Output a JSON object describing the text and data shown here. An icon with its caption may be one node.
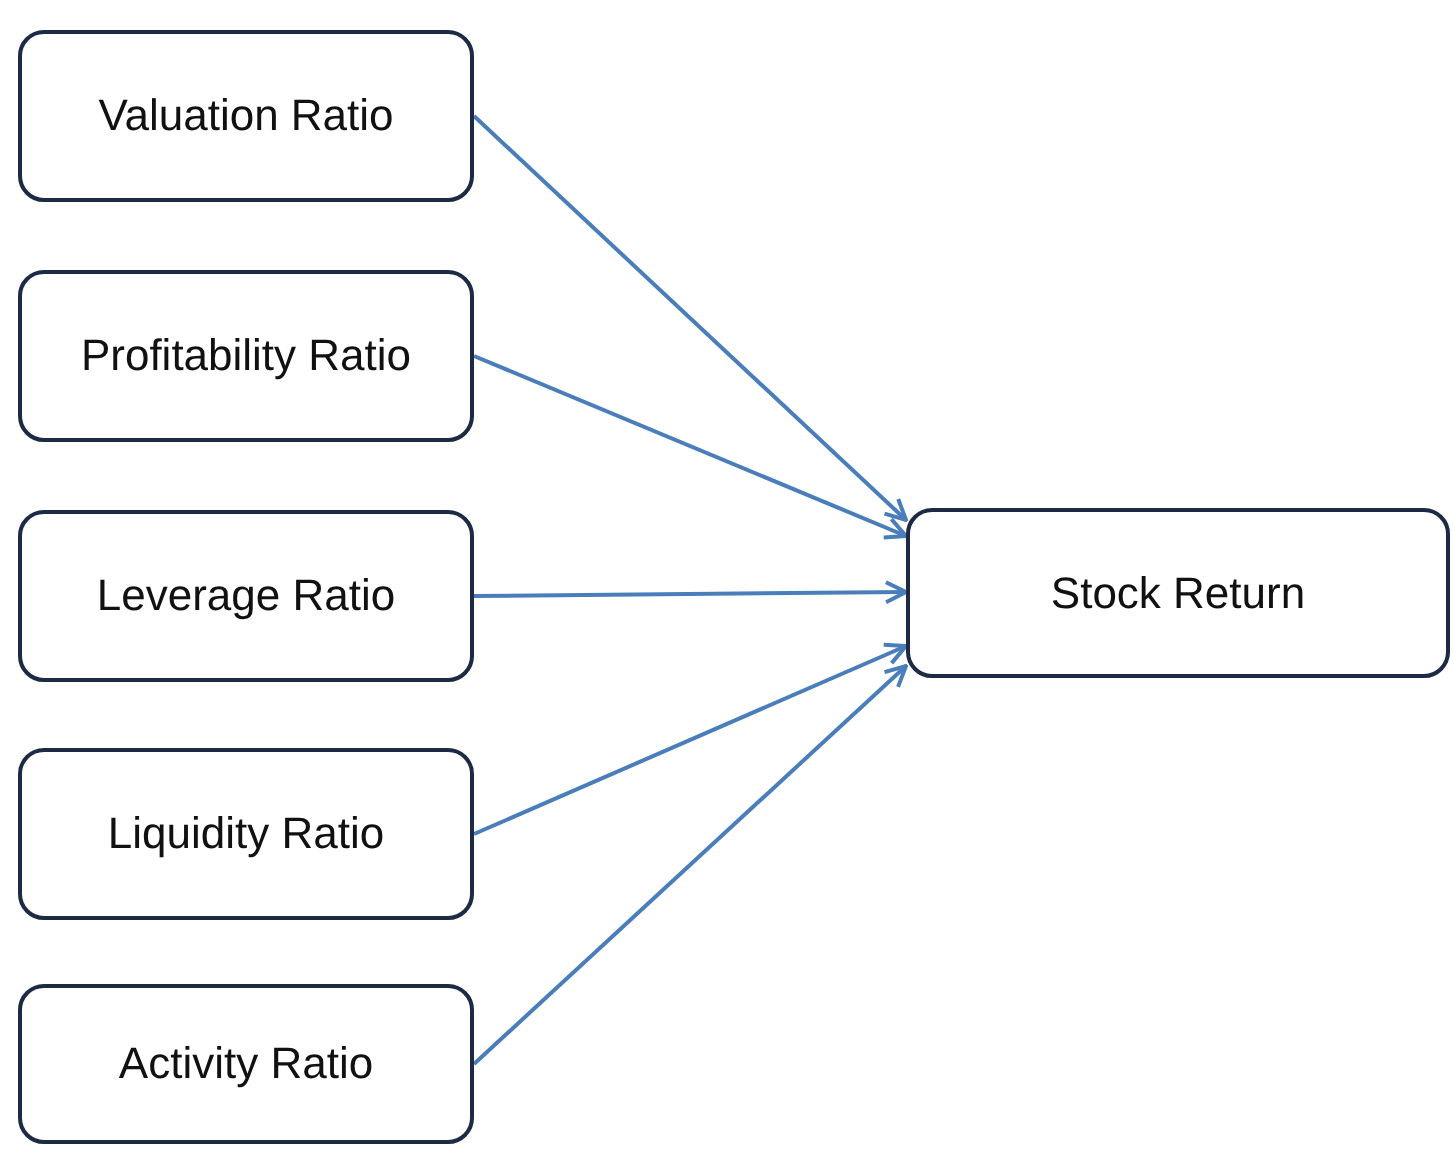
{
  "diagram": {
    "nodes": [
      {
        "text": [
          "Valuation Ratio"
        ]
      },
      {
        "text": [
          "Profitability Ratio"
        ]
      },
      {
        "text": [
          "Leverage Ratio"
        ]
      },
      {
        "text": [
          "Liquidity Ratio"
        ]
      },
      {
        "text": [
          "Activity Ratio"
        ]
      },
      {
        "text": [
          "Stock Return"
        ]
      }
    ],
    "edges": [
      {
        "from": 0,
        "to": 5,
        "arrow": "to"
      },
      {
        "from": 1,
        "to": 5,
        "arrow": "to"
      },
      {
        "from": 2,
        "to": 5,
        "arrow": "to"
      },
      {
        "from": 3,
        "to": 5,
        "arrow": "to"
      },
      {
        "from": 4,
        "to": 5,
        "arrow": "to"
      }
    ]
  }
}
